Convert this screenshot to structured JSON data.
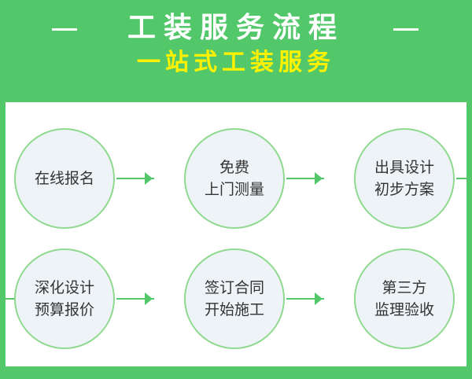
{
  "header": {
    "title": "工装服务流程",
    "subtitle": "一站式工装服务"
  },
  "steps": [
    {
      "line1": "在线报名",
      "line2": ""
    },
    {
      "line1": "免费",
      "line2": "上门测量"
    },
    {
      "line1": "出具设计",
      "line2": "初步方案"
    },
    {
      "line1": "深化设计",
      "line2": "预算报价"
    },
    {
      "line1": "签订合同",
      "line2": "开始施工"
    },
    {
      "line1": "第三方",
      "line2": "监理验收"
    }
  ],
  "colors": {
    "background": "#52c86a",
    "title": "#ffffff",
    "subtitle": "#fff200",
    "circle_fill": "#eef3f7",
    "circle_border": "#8fd98f"
  }
}
